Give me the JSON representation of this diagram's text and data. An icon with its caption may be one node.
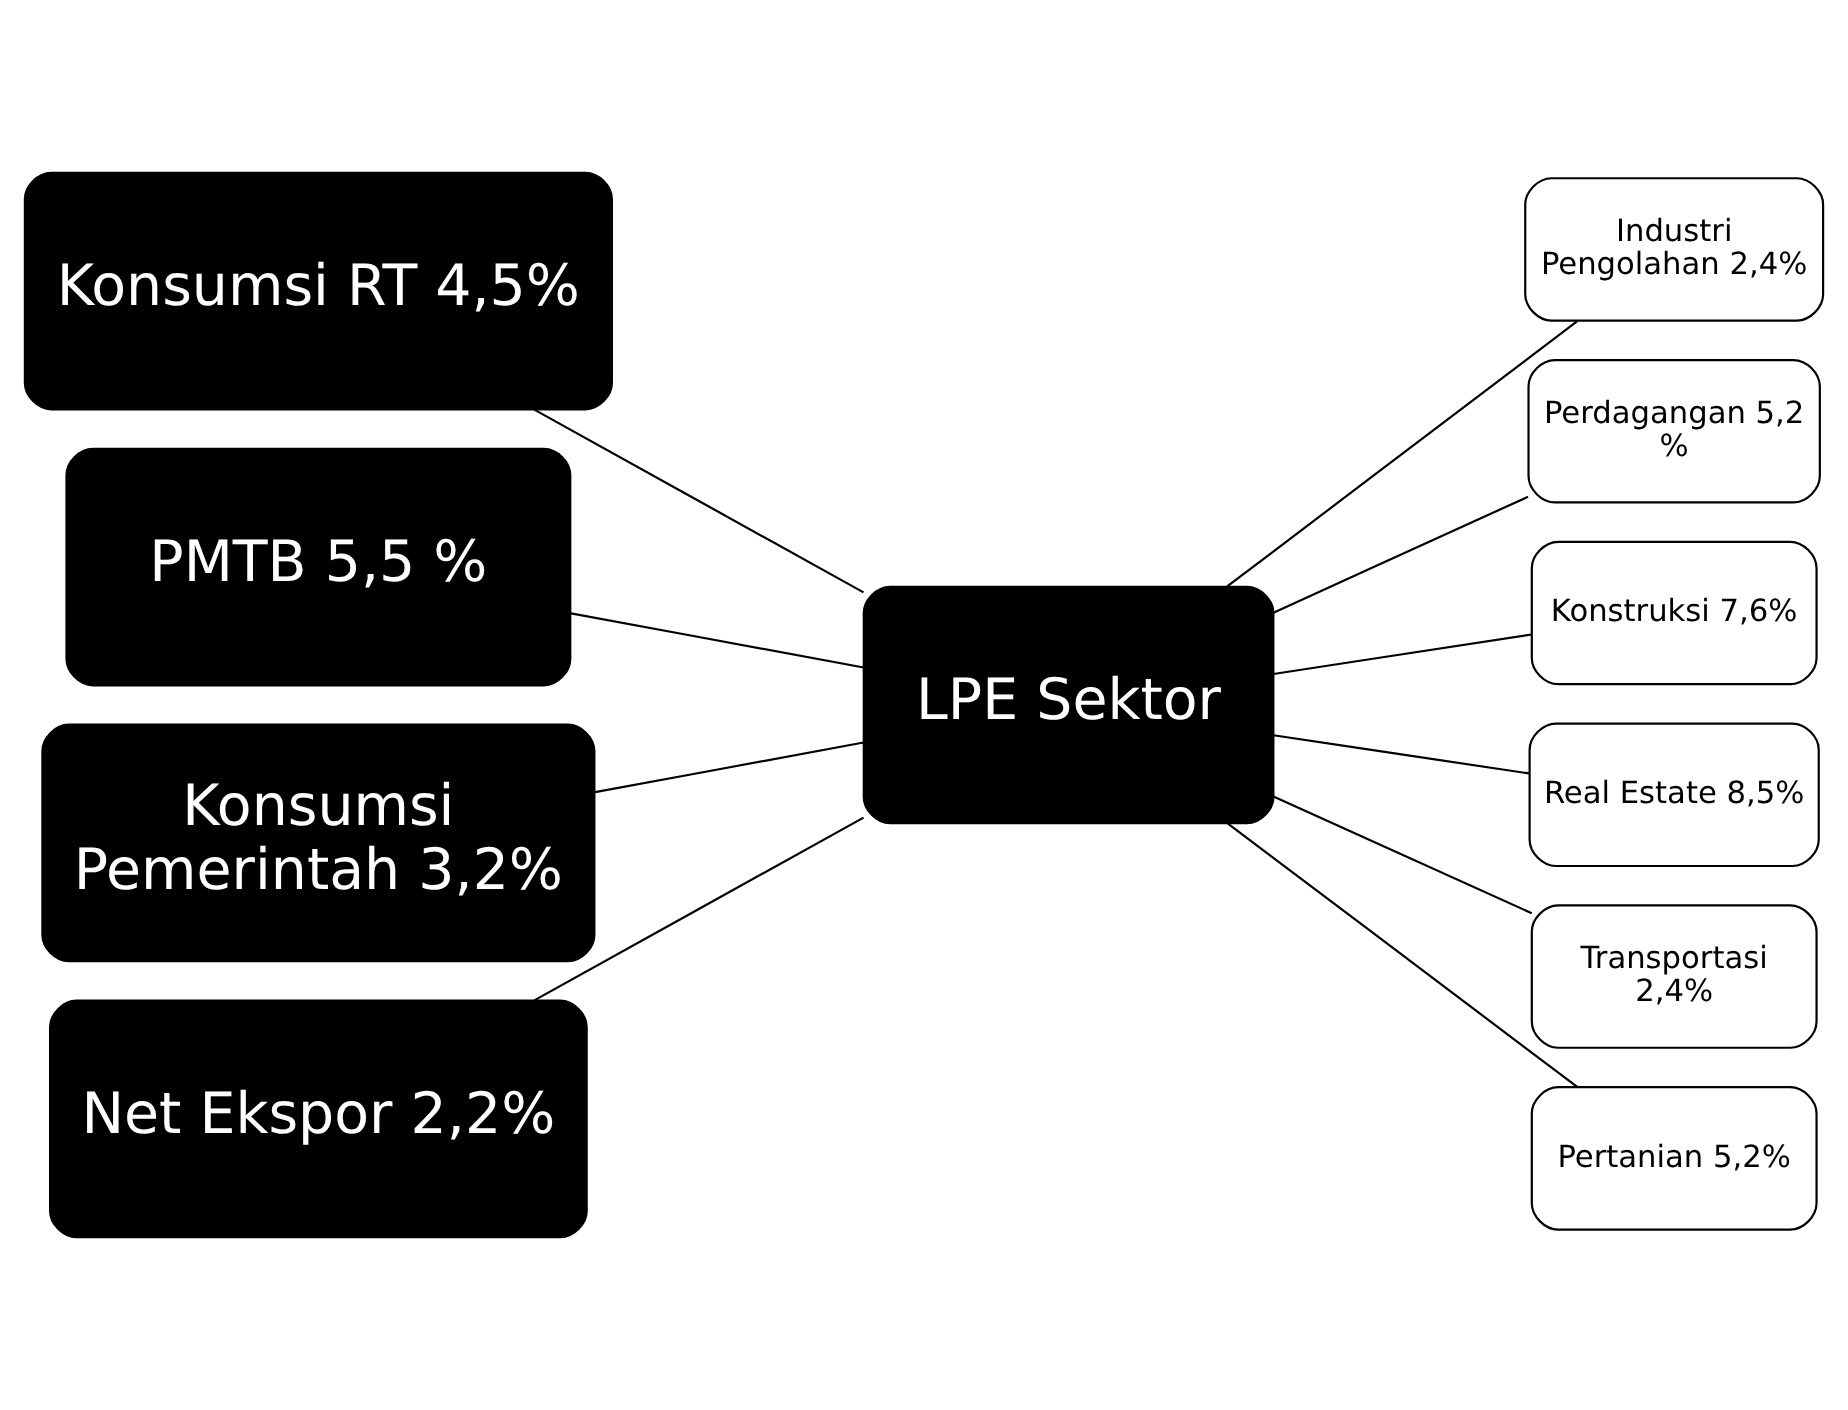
{
  "diagram": {
    "nodes": [
      {
        "text": [
          "Konsumsi RT 4,5%"
        ]
      },
      {
        "text": [
          "PMTB 5,5 %"
        ]
      },
      {
        "text": [
          "Konsumsi Pemerintah 3,2%"
        ]
      },
      {
        "text": [
          "Net Ekspor 2,2%"
        ]
      },
      {
        "text": [
          "LPE Sektor"
        ]
      },
      {
        "text": [
          "Industri Pengolahan 2,4%"
        ]
      },
      {
        "text": [
          "Perdagangan 5,2 %"
        ]
      },
      {
        "text": [
          "Konstruksi 7,6%"
        ]
      },
      {
        "text": [
          "Real Estate 8,5%"
        ]
      },
      {
        "text": [
          "Transportasi 2,4%"
        ]
      },
      {
        "text": [
          "Pertanian 5,2%"
        ]
      }
    ],
    "edges": [
      {
        "from": 0,
        "to": 4,
        "arrow": "none"
      },
      {
        "from": 1,
        "to": 4,
        "arrow": "none"
      },
      {
        "from": 2,
        "to": 4,
        "arrow": "none"
      },
      {
        "from": 3,
        "to": 4,
        "arrow": "none"
      },
      {
        "from": 4,
        "to": 5,
        "arrow": "none"
      },
      {
        "from": 4,
        "to": 6,
        "arrow": "none"
      },
      {
        "from": 4,
        "to": 7,
        "arrow": "none"
      },
      {
        "from": 4,
        "to": 8,
        "arrow": "none"
      },
      {
        "from": 4,
        "to": 9,
        "arrow": "none"
      },
      {
        "from": 4,
        "to": 10,
        "arrow": "none"
      }
    ]
  }
}
